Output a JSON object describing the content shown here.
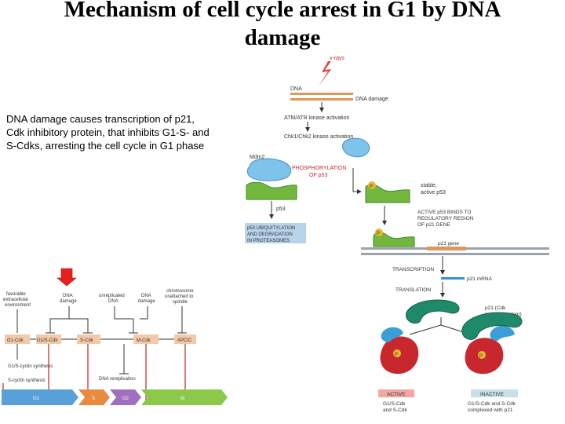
{
  "title": {
    "line1": "Mechanism of cell cycle arrest in G1 by DNA",
    "line2": "damage"
  },
  "description": [
    "DNA damage causes transcription of p21,",
    "Cdk inhibitory protein, that inhibits G1-S- and",
    "S-Cdks, arresting the cell cycle in G1 phase"
  ],
  "pathway": {
    "xrays": "x-rays",
    "dna": "DNA",
    "dna_damage": "DNA damage",
    "atm": "ATM/ATR kinase activation",
    "chk": "Chk1/Chk2 kinase activation",
    "mdm2": "Mdm2",
    "phosphorylation": [
      "PHOSPHORYLATION",
      "OF p53"
    ],
    "stable": [
      "stable,",
      "active p53"
    ],
    "p53": "p53",
    "ubiquitylation": [
      "p53 UBIQUITYLATION",
      "AND DEGRADATION",
      "IN PROTEASOMES"
    ],
    "binds": [
      "ACTIVE p53 BINDS TO",
      "REGULATORY REGION",
      "OF p21 GENE"
    ],
    "p_label": "P",
    "p21_gene": "p21 gene",
    "transcription": "TRANSCRIPTION",
    "p21_mrna": "p21 mRNA",
    "translation": "TRANSLATION",
    "p21_protein": [
      "p21 (Cdk",
      "inhibitor protein)"
    ],
    "active": "ACTIVE",
    "inactive": "INACTIVE",
    "active_caption": [
      "G1/S-Cdk",
      "and S-Cdk"
    ],
    "inactive_caption": [
      "G1/S-Cdk and S-Cdk",
      "complexed with p21"
    ]
  },
  "cycle": {
    "favorable": [
      "favorable",
      "extracellular",
      "environment"
    ],
    "dna_damage1": [
      "DNA",
      "damage"
    ],
    "unreplicated": [
      "unreplicated",
      "DNA"
    ],
    "dna_damage2": [
      "DNA",
      "damage"
    ],
    "chromosome": [
      "chromosome",
      "unattached to",
      "spindle"
    ],
    "g1cdk": "G1-Cdk",
    "g1scdk": "G1/S-Cdk",
    "scdk": "S-Cdk",
    "mcdk": "M-Cdk",
    "apcc": "APC/C",
    "synthesis1": "G1/S-cyclin synthesis",
    "synthesis2": "S-cyclin synthesis",
    "rereplication": "DNA rereplication",
    "phases": [
      "G1",
      "S",
      "G2",
      "M"
    ]
  },
  "colors": {
    "green": "#73b73d",
    "dark_green": "#3f8b2d",
    "blue": "#7ec3ea",
    "red": "#c8282d",
    "magenta": "#d8286a",
    "teal": "#1f8a6a",
    "orange": "#d99a5a",
    "arrow_red": "#e8201c"
  }
}
